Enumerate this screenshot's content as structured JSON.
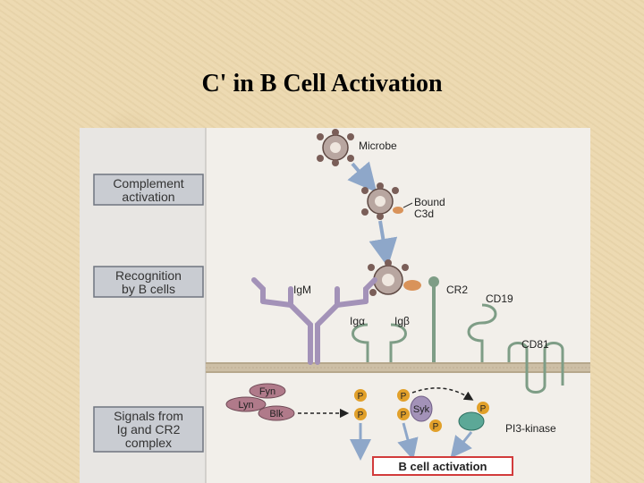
{
  "slide": {
    "title": "C' in B Cell Activation"
  },
  "figure": {
    "steps": [
      {
        "line1": "Complement",
        "line2": "activation"
      },
      {
        "line1": "Recognition",
        "line2": "by B cells"
      },
      {
        "line1": "Signals from",
        "line2": "Ig and CR2",
        "line3": "complex"
      }
    ],
    "labels": {
      "microbe": "Microbe",
      "bound_line1": "Bound",
      "bound_line2": "C3d",
      "igm": "IgM",
      "cr2": "CR2",
      "cd19": "CD19",
      "iga": "Igα",
      "igb": "Igβ",
      "cd81": "CD81",
      "fyn": "Fyn",
      "lyn": "Lyn",
      "blk": "Blk",
      "syk": "Syk",
      "p": "P",
      "pi3k": "PI3-kinase",
      "result": "B cell activation"
    },
    "colors": {
      "step_box": "#c9ccd2",
      "membrane": "#cdbfa6",
      "igm": "#a392b8",
      "cr2": "#7e9d86",
      "microbe": "#b8a6a0",
      "c3d": "#d9935a",
      "kinase": "#b07a8a",
      "phospho": "#e1a02a",
      "arrow": "#8ea7c9",
      "result_border": "#d23b3b"
    }
  }
}
